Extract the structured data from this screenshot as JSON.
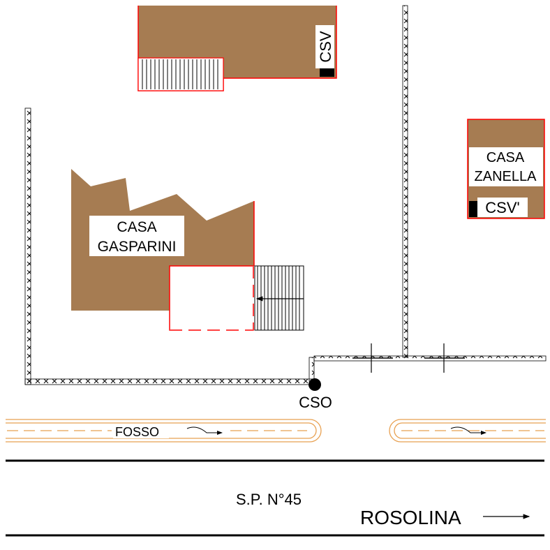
{
  "buildings": {
    "top": {
      "label": "CSV"
    },
    "gasparini": {
      "line1": "CASA",
      "line2": "GASPARINI"
    },
    "zanella": {
      "line1": "CASA",
      "line2": "ZANELLA",
      "csv_label": "CSV'"
    }
  },
  "points": {
    "cso": "CSO"
  },
  "ditch": {
    "label": "FOSSO"
  },
  "road": {
    "name": "S.P. N°45",
    "direction": "ROSOLINA"
  },
  "colors": {
    "building": "#a67c52",
    "outline_red": "#ff0000",
    "ditch": "#e8a050",
    "line": "#000000"
  }
}
